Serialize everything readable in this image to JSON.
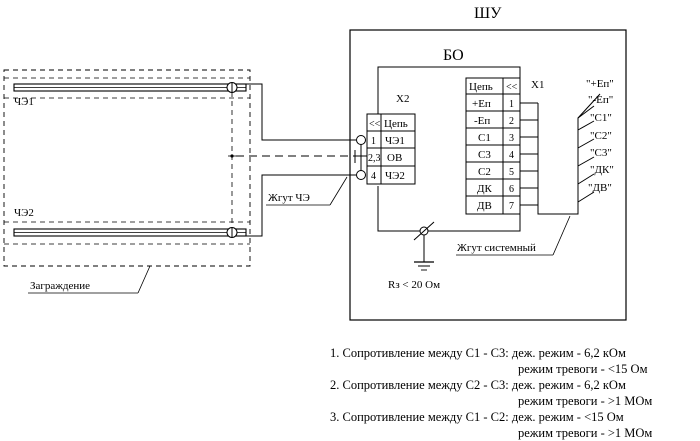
{
  "titles": {
    "cabinet": "ШУ",
    "block": "БО"
  },
  "fence": {
    "sensor_top": "ЧЭ1",
    "sensor_bottom": "ЧЭ2",
    "barrier_label": "Заграждение",
    "harness_label": "Жгут ЧЭ"
  },
  "x2": {
    "label": "X2",
    "header_icon": "connector-icon",
    "header_label": "Цепь",
    "rows": [
      {
        "pin": "1",
        "signal": "ЧЭ1"
      },
      {
        "pin": "2,3",
        "signal": "ОВ"
      },
      {
        "pin": "4",
        "signal": "ЧЭ2"
      }
    ]
  },
  "x1": {
    "label": "X1",
    "header_label": "Цепь",
    "header_icon": "connector-icon",
    "rows": [
      {
        "signal": "+Еп",
        "pin": "1"
      },
      {
        "signal": "-Еп",
        "pin": "2"
      },
      {
        "signal": "С1",
        "pin": "3"
      },
      {
        "signal": "С3",
        "pin": "4"
      },
      {
        "signal": "С2",
        "pin": "5"
      },
      {
        "signal": "ДК",
        "pin": "6"
      },
      {
        "signal": "ДВ",
        "pin": "7"
      }
    ]
  },
  "harness_outputs": [
    "\"+Еп\"",
    "\"-Еп\"",
    "\"С1\"",
    "\"С2\"",
    "\"С3\"",
    "\"ДК\"",
    "\"ДВ\""
  ],
  "system_harness_label": "Жгут системный",
  "ground_label": "Rз < 20 Ом",
  "notes": [
    {
      "line": "1. Сопротивление между С1 - С3: деж. режим  - 6,2 кОм",
      "sub": "режим тревоги - <15 Ом"
    },
    {
      "line": "2. Сопротивление между С2 - С3: деж. режим  - 6,2 кОм",
      "sub": "режим тревоги - >1 МОм"
    },
    {
      "line": "3. Сопротивление между С1 - С2: деж. режим  - <15 Ом",
      "sub": "режим тревоги - >1 МОм"
    }
  ]
}
